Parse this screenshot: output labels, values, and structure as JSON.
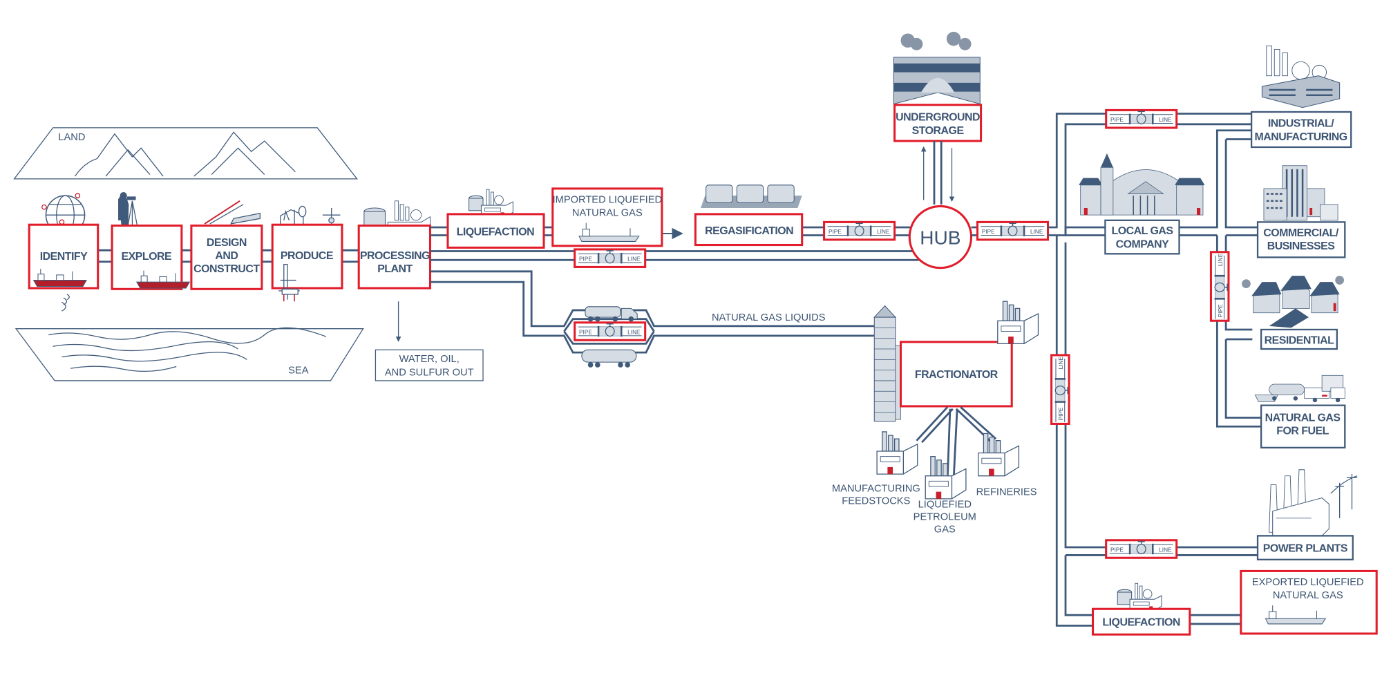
{
  "title": "Natural Gas Value Chain",
  "colors": {
    "accent_red": "#e11d2b",
    "pipe_navy": "#3f5a7a",
    "fill_gray": "#d6dce3"
  },
  "regions": {
    "land": "LAND",
    "sea": "SEA"
  },
  "upstream": [
    {
      "label": "IDENTIFY",
      "icon": "globe-icon"
    },
    {
      "label": "EXPLORE",
      "icon": "surveyor-icon"
    },
    {
      "label_lines": [
        "DESIGN",
        "AND",
        "CONSTRUCT"
      ],
      "icon": "crane-icon"
    },
    {
      "label": "PRODUCE",
      "icon": "pumpjack-icon"
    },
    {
      "label_lines": [
        "PROCESSING",
        "PLANT"
      ],
      "icon": "plant-icon"
    }
  ],
  "byproducts": {
    "lines": [
      "WATER, OIL,",
      "AND SULFUR OUT"
    ]
  },
  "midstream": {
    "liquefaction": "LIQUEFACTION",
    "imported_lng": {
      "lines": [
        "IMPORTED LIQUEFIED",
        "NATURAL GAS"
      ]
    },
    "regasification": "REGASIFICATION",
    "hub": "HUB",
    "underground_storage": {
      "lines": [
        "UNDERGROUND",
        "STORAGE"
      ]
    },
    "ngl_label": "NATURAL GAS LIQUIDS",
    "fractionator": "FRACTIONATOR"
  },
  "pipeline_tag": {
    "left": "PIPE",
    "right": "LINE"
  },
  "fractionator_outputs": [
    {
      "lines": [
        "MANUFACTURING",
        "FEEDSTOCKS"
      ]
    },
    {
      "lines": [
        "LIQUEFIED",
        "PETROLEUM",
        "GAS"
      ]
    },
    {
      "lines": [
        "REFINERIES"
      ]
    }
  ],
  "downstream": {
    "local_gas": {
      "lines": [
        "LOCAL GAS",
        "COMPANY"
      ]
    },
    "industrial": {
      "lines": [
        "INDUSTRIAL/",
        "MANUFACTURING"
      ]
    },
    "commercial": {
      "lines": [
        "COMMERCIAL/",
        "BUSINESSES"
      ]
    },
    "residential": "RESIDENTIAL",
    "fuel": {
      "lines": [
        "NATURAL GAS",
        "FOR FUEL"
      ]
    },
    "power": "POWER PLANTS",
    "liquefaction": "LIQUEFACTION",
    "exported_lng": {
      "lines": [
        "EXPORTED LIQUEFIED",
        "NATURAL GAS"
      ]
    }
  }
}
